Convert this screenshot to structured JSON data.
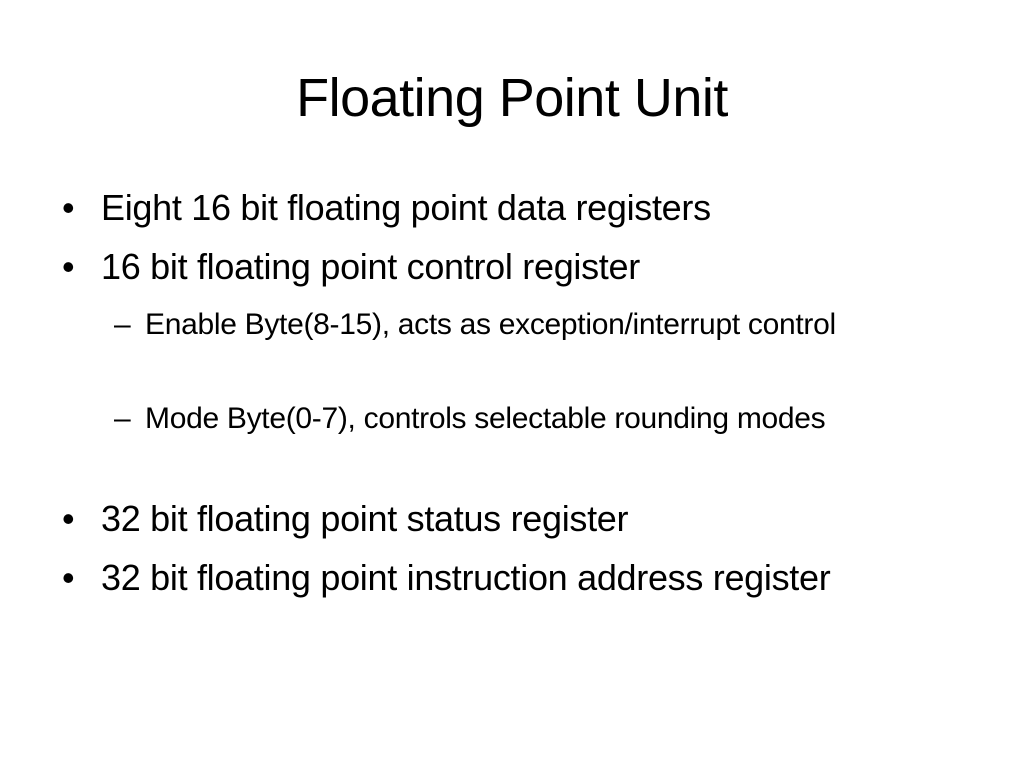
{
  "slide": {
    "title": "Floating Point Unit",
    "bullet_glyph": "•",
    "sub_bullet_glyph": "–",
    "items": [
      {
        "level": 1,
        "text": "Eight 16 bit floating point data registers"
      },
      {
        "level": 1,
        "text": "16 bit floating point control register"
      },
      {
        "level": 2,
        "text": "Enable Byte(8-15), acts as exception/interrupt control"
      },
      {
        "level": 2,
        "text": "Mode Byte(0-7), controls selectable rounding modes"
      },
      {
        "level": 1,
        "text": "32 bit floating point status register"
      },
      {
        "level": 1,
        "text": "32 bit floating point instruction address register"
      }
    ]
  }
}
